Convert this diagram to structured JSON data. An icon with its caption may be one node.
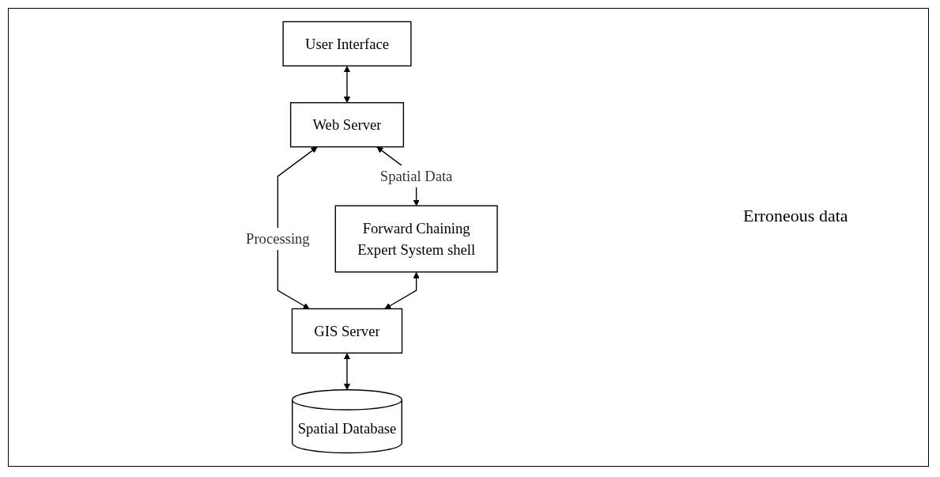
{
  "diagram": {
    "nodes": [
      {
        "text": [
          "User Interface"
        ]
      },
      {
        "text": [
          "Forward Chaining",
          "Expert System shell"
        ]
      },
      {
        "text": [
          "Web Server"
        ]
      },
      {
        "text": [
          "GIS Server"
        ]
      },
      {
        "text": [
          "Spatial Database"
        ]
      }
    ],
    "edges": [
      {
        "from": 0,
        "to": 2,
        "arrow": "both"
      },
      {
        "from": 2,
        "to": 1,
        "arrow": "both",
        "label": "Spatial Data"
      },
      {
        "from": 2,
        "to": 3,
        "arrow": "both",
        "label": "Processing"
      },
      {
        "from": 1,
        "to": 3,
        "arrow": "both"
      },
      {
        "from": 3,
        "to": 4,
        "arrow": "both"
      }
    ],
    "labels": [
      "Erroneous data"
    ]
  }
}
